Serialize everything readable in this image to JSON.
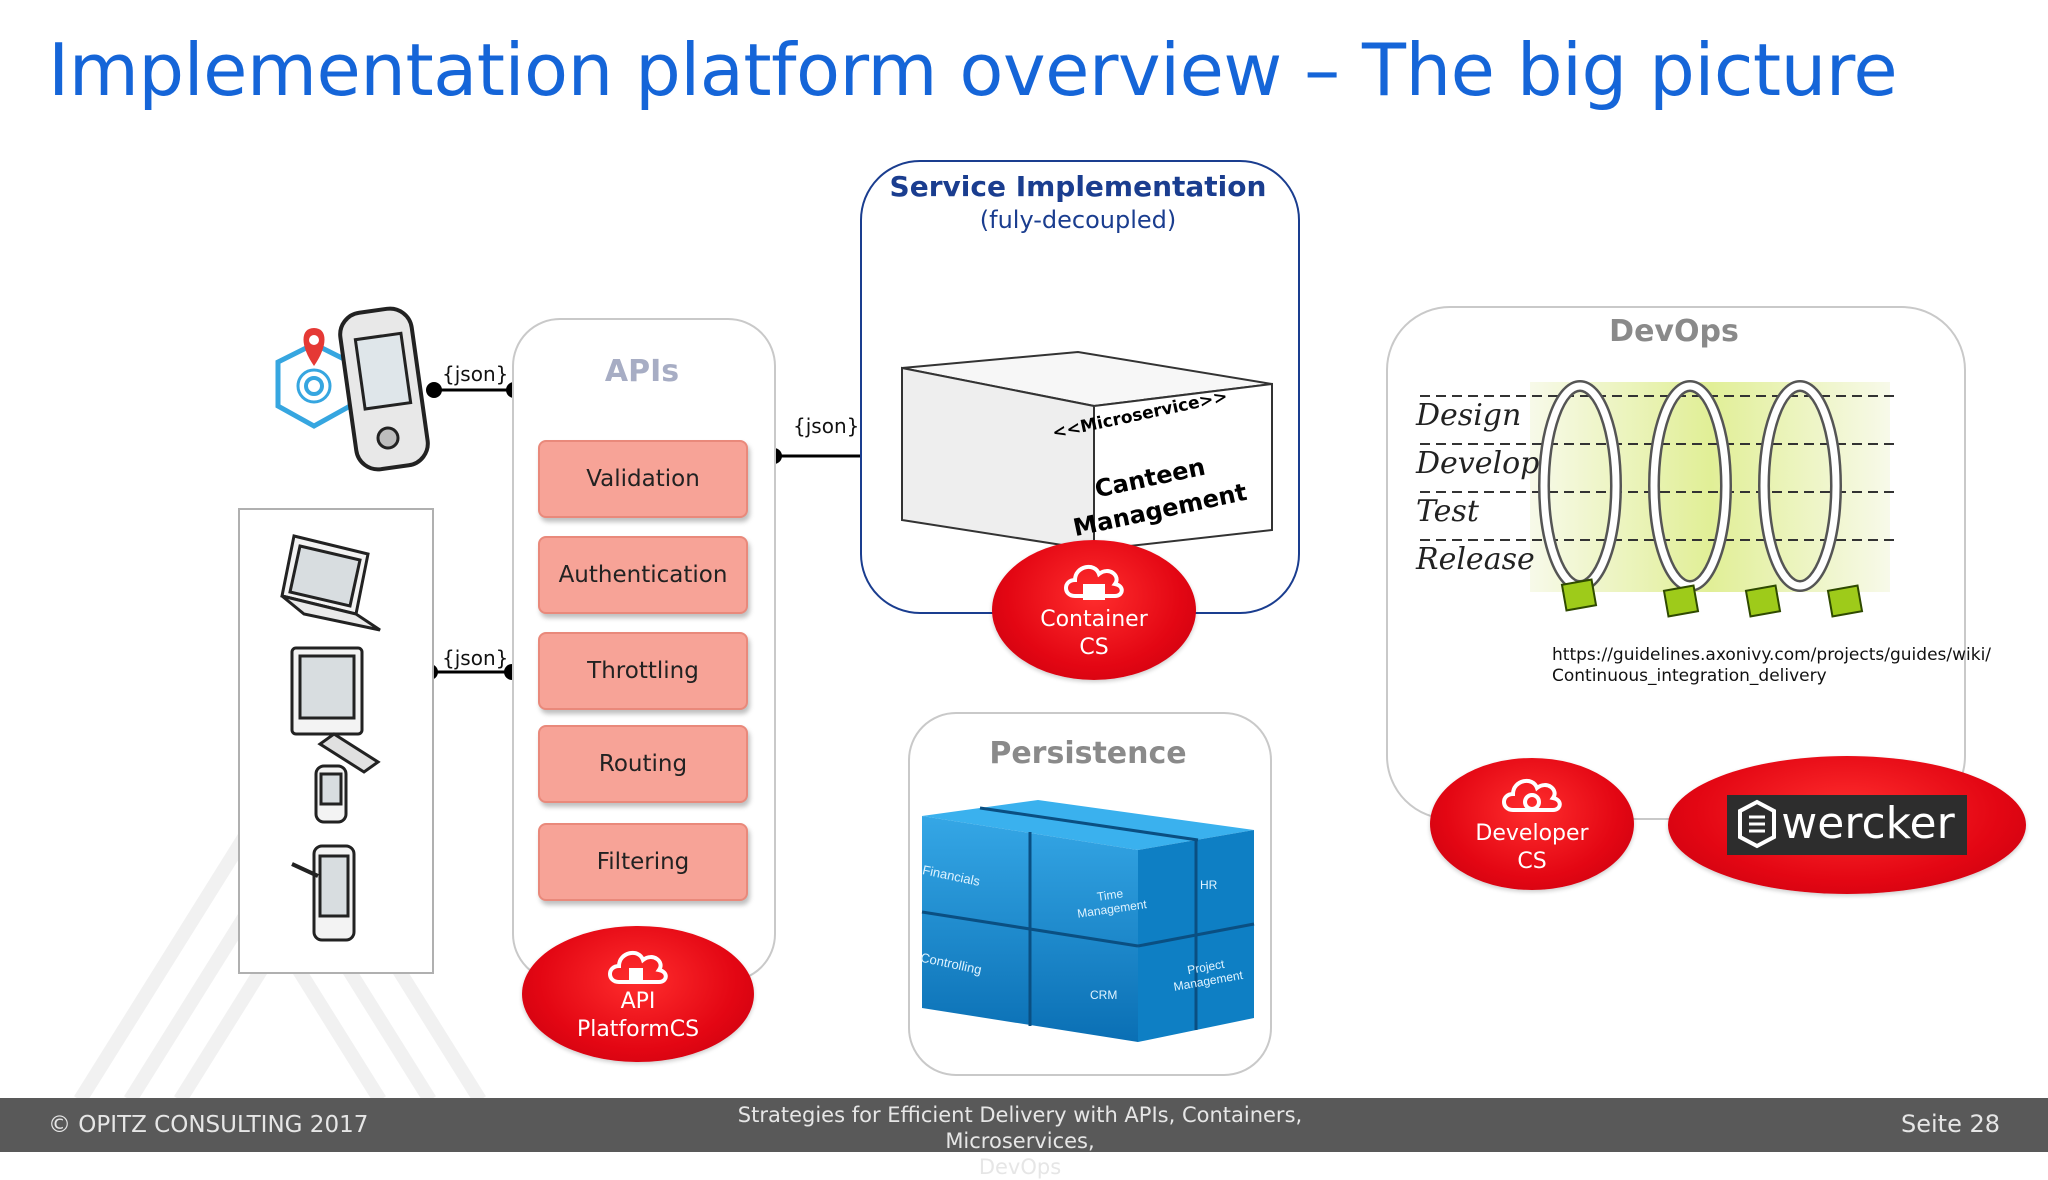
{
  "slide": {
    "title": "Implementation platform overview – The big picture"
  },
  "apis": {
    "heading": "APIs",
    "items": [
      "Validation",
      "Authentication",
      "Throttling",
      "Routing",
      "Filtering"
    ],
    "badge_line1": "API",
    "badge_line2": "PlatformCS"
  },
  "json_labels": {
    "mobile": "{json}",
    "devices": "{json}",
    "service": "{json}"
  },
  "service": {
    "heading": "Service Implementation",
    "subheading": "(fuly-decoupled)",
    "stereotype": "<<Microservice>>",
    "name_line1": "Canteen",
    "name_line2": "Management",
    "badge_line1": "Container",
    "badge_line2": "CS"
  },
  "persistence": {
    "heading": "Persistence",
    "cubes": [
      "Financials",
      "Time Management",
      "HR",
      "Controlling",
      "CRM",
      "Project Management"
    ]
  },
  "devops": {
    "heading": "DevOps",
    "stages": [
      "Design",
      "Develop",
      "Test",
      "Release"
    ],
    "url_line1": "https://guidelines.axonivy.com/projects/guides/wiki/",
    "url_line2": "Continuous_integration_delivery",
    "dev_badge_line1": "Developer",
    "dev_badge_line2": "CS",
    "wercker": "wercker"
  },
  "footer": {
    "copyright": "© OPITZ CONSULTING 2017",
    "subtitle_line1": "Strategies for Efficient Delivery with APIs, Containers, Microservices,",
    "subtitle_line2": "DevOps",
    "page": "Seite 28"
  },
  "colors": {
    "title": "#1565d8",
    "badge_red": "#e30613",
    "api_button": "#f7a397",
    "service_border": "#1a3d8f",
    "footer": "#595959"
  }
}
